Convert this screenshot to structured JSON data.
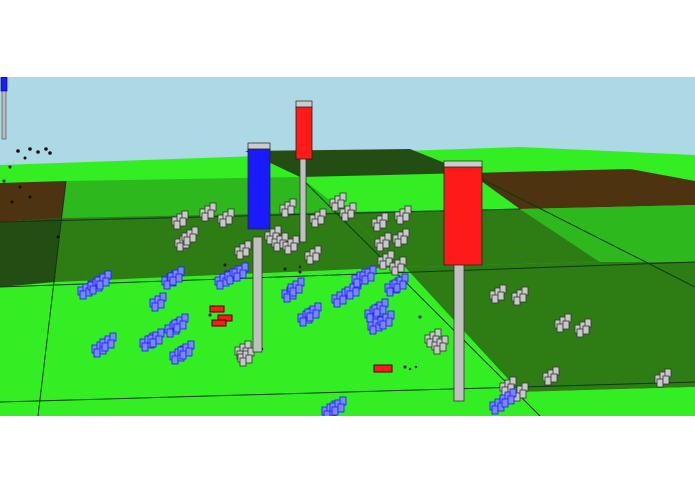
{
  "scene": {
    "sky_color": "#add8e6",
    "background_color": "#ffffff",
    "ground_colors": {
      "bright_green": "#33ee22",
      "medium_green": "#2db81d",
      "dark_green": "#2e7d14",
      "very_dark_green": "#234d12",
      "brown": "#4d3310",
      "far_green": "#44cc22"
    },
    "team_colors": {
      "blue": "#1a1aff",
      "red": "#ff1a1a",
      "gray": "#b0b0b0"
    },
    "flags": [
      {
        "team": "blue",
        "icon": "blue-flag-icon"
      },
      {
        "team": "red",
        "icon": "red-flag-icon"
      },
      {
        "team": "red",
        "icon": "red-flag-icon"
      }
    ],
    "unit_groups": {
      "blue": "blue-soldier-squad-icon",
      "gray": "gray-soldier-squad-icon",
      "red": "red-vehicle-icon"
    }
  }
}
